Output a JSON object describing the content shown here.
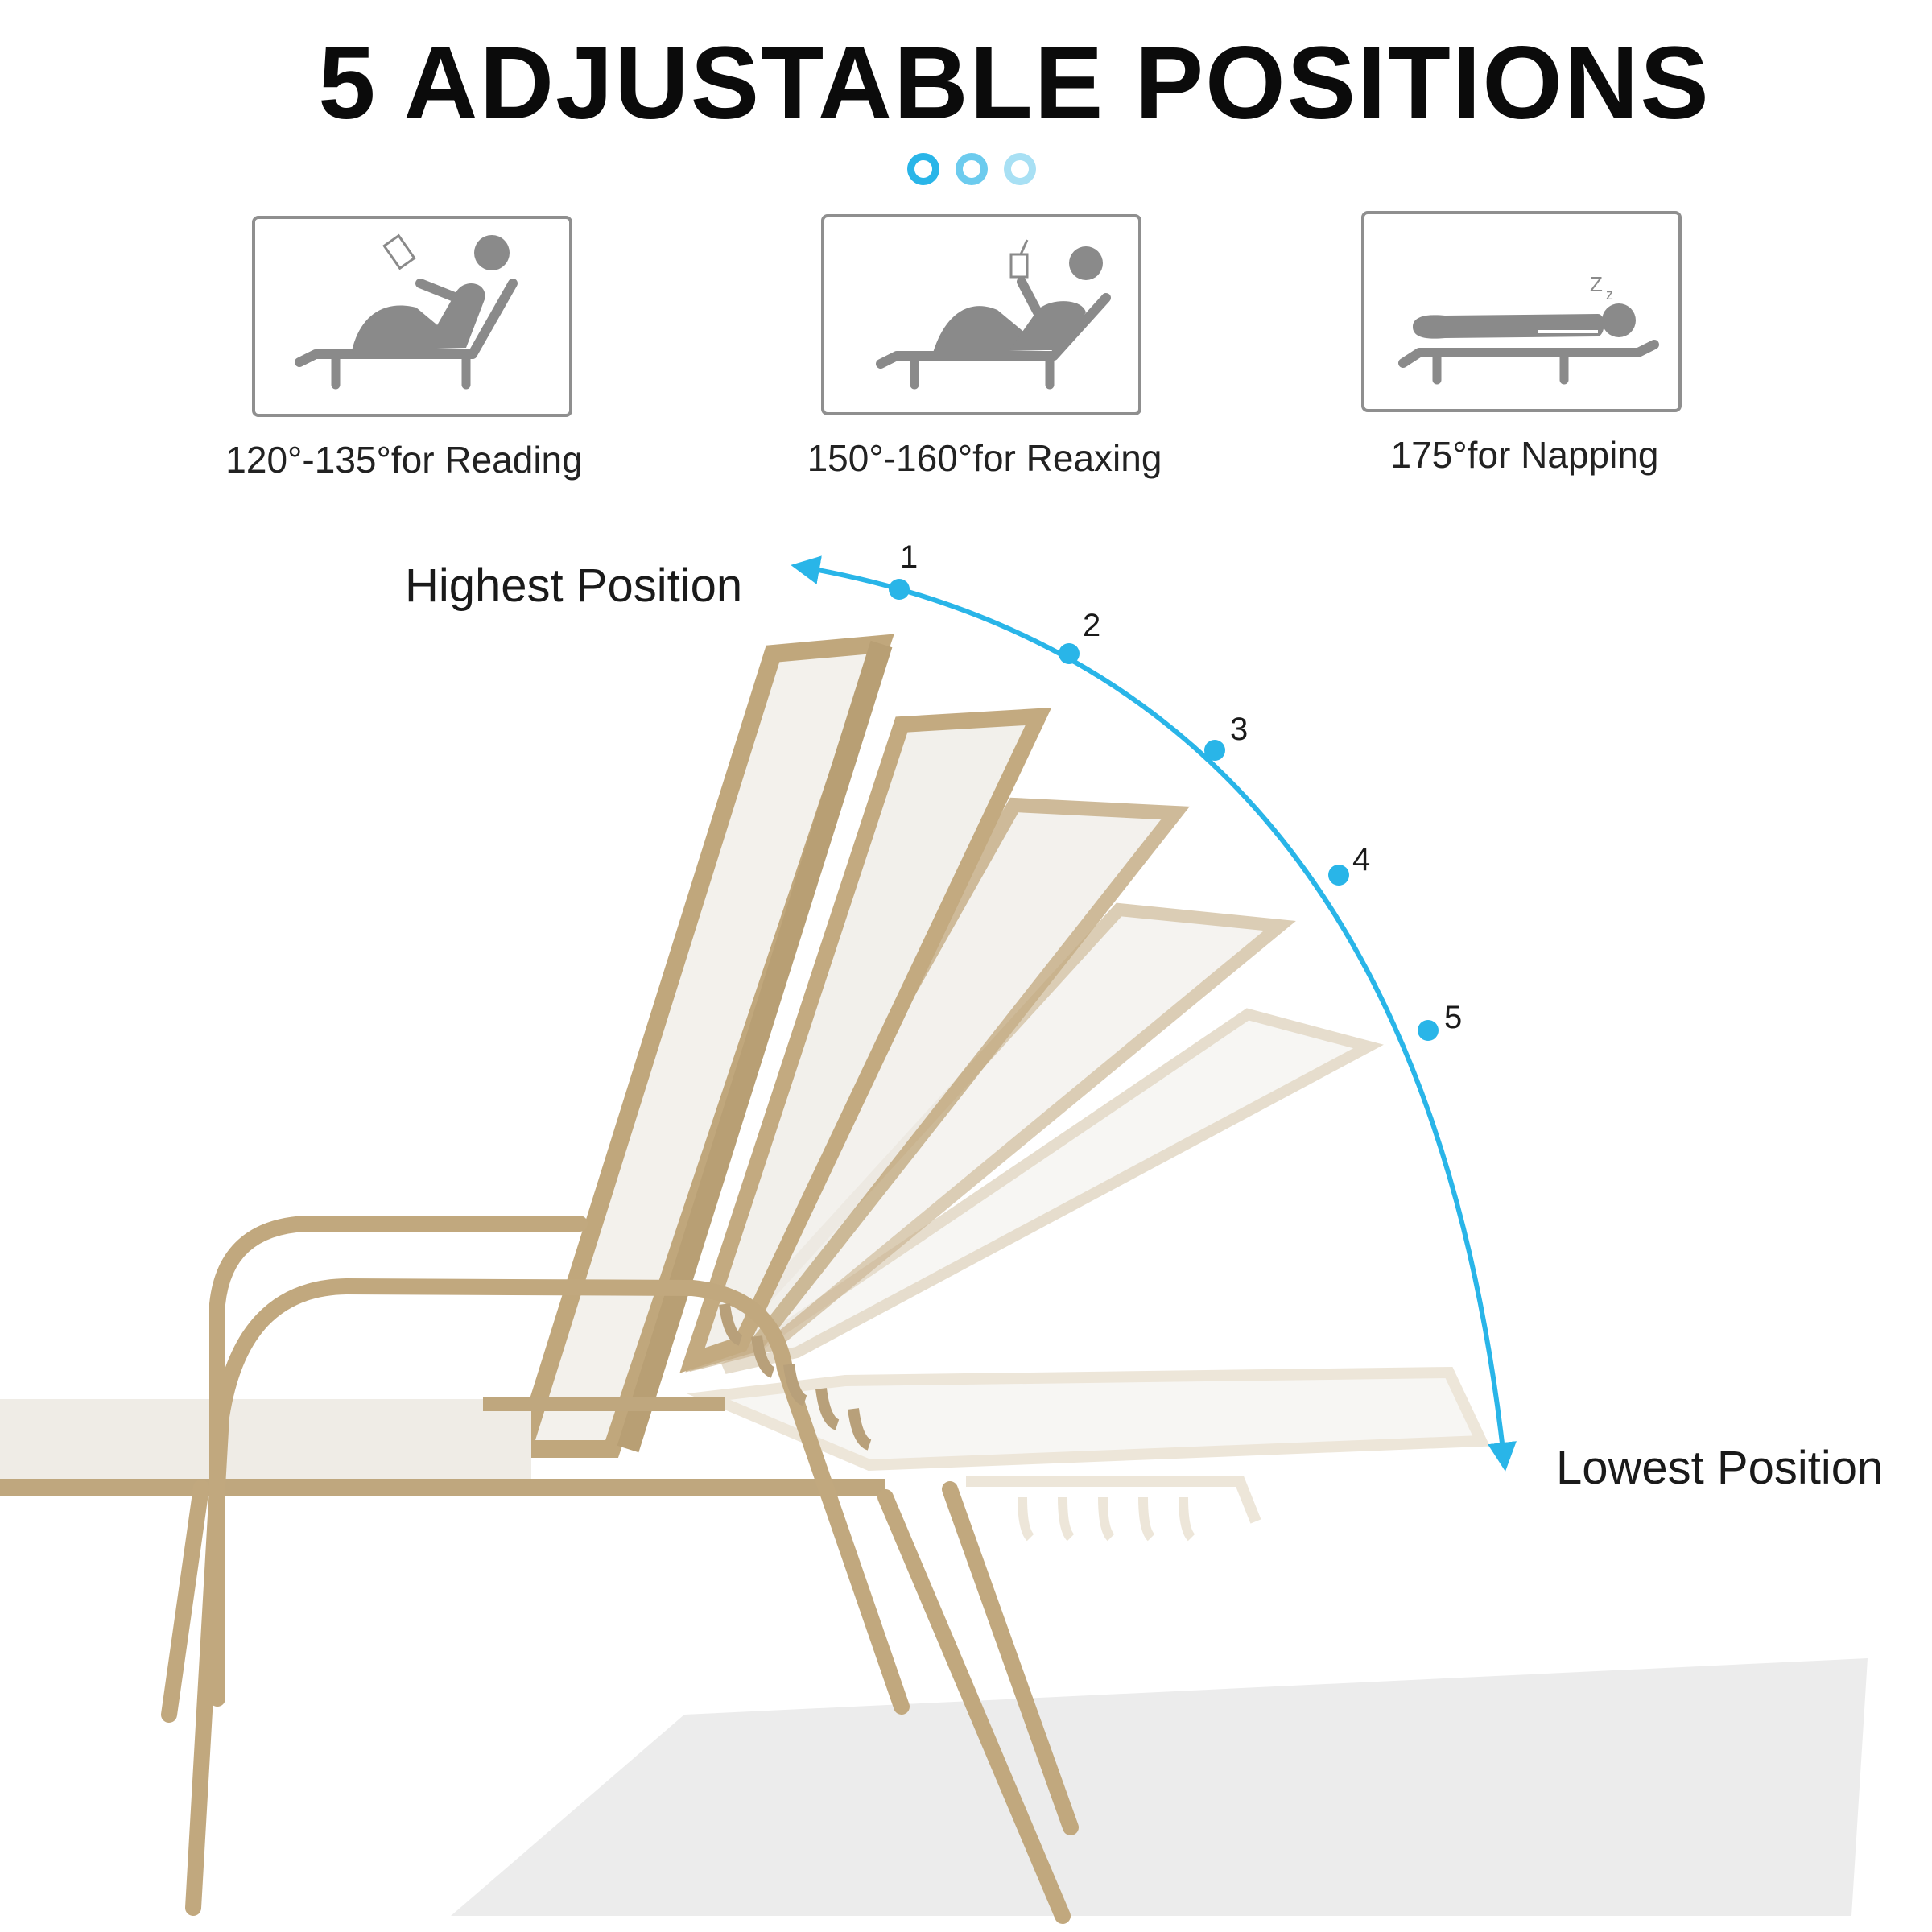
{
  "title": "5 ADJUSTABLE POSITIONS",
  "accent_color": "#29b5e8",
  "icon_color": "#8a8a8a",
  "frame_color": "#c9b48f",
  "positions": [
    {
      "label": "120°-135°for Reading",
      "icon": "reading-recliner-icon"
    },
    {
      "label": "150°-160°for Reaxing",
      "icon": "relaxing-recliner-icon"
    },
    {
      "label": "175°for Napping",
      "icon": "napping-recliner-icon"
    }
  ],
  "highest_label": "Highest Position",
  "lowest_label": "Lowest Position",
  "steps": [
    "1",
    "2",
    "3",
    "4",
    "5"
  ]
}
